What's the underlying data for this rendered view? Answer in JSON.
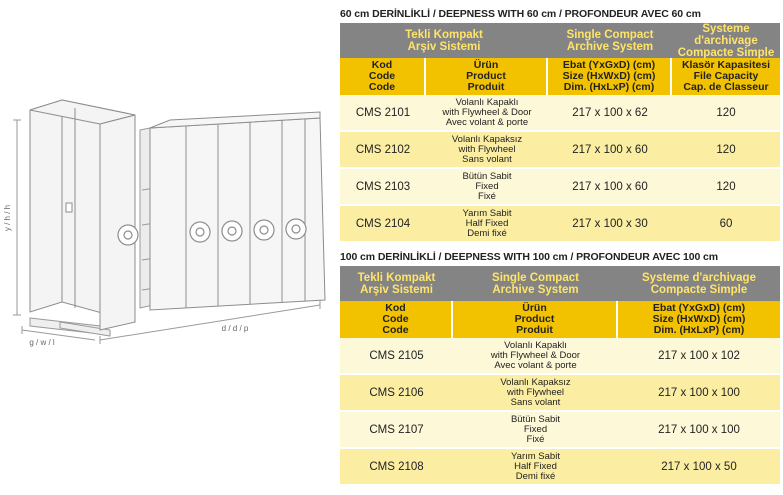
{
  "drawing": {
    "dim_height": "y / h / h",
    "dim_depth": "d / d / p",
    "dim_width": "g / w / l"
  },
  "section60": {
    "title": "60 cm DERİNLİKLİ / DEEPNESS WITH 60 cm / PROFONDEUR AVEC 60 cm",
    "band": [
      [
        "Tekli Kompakt",
        "Arşiv Sistemi"
      ],
      [
        "Single Compact",
        "Archive System"
      ],
      [
        "Systeme d'archivage",
        "Compacte Simple"
      ]
    ],
    "headers": [
      [
        "Kod",
        "Code",
        "Code"
      ],
      [
        "Ürün",
        "Product",
        "Produit"
      ],
      [
        "Ebat (YxGxD) (cm)",
        "Size (HxWxD) (cm)",
        "Dim. (HxLxP) (cm)"
      ],
      [
        "Klasör Kapasitesi",
        "File Capacity",
        "Cap. de Classeur"
      ]
    ],
    "rows": [
      {
        "code": "CMS 2101",
        "product": [
          "Volanlı Kapaklı",
          "with Flywheel & Door",
          "Avec volant & porte"
        ],
        "size": "217 x 100 x 62",
        "capacity": "120"
      },
      {
        "code": "CMS 2102",
        "product": [
          "Volanlı Kapaksız",
          "with Flywheel",
          "Sans volant"
        ],
        "size": "217 x 100 x 60",
        "capacity": "120"
      },
      {
        "code": "CMS 2103",
        "product": [
          "Bütün Sabit",
          "Fixed",
          "Fixé"
        ],
        "size": "217 x 100 x 60",
        "capacity": "120"
      },
      {
        "code": "CMS 2104",
        "product": [
          "Yarım Sabit",
          "Half Fixed",
          "Demi fixé"
        ],
        "size": "217 x 100 x 30",
        "capacity": "60"
      }
    ]
  },
  "section100": {
    "title": "100 cm DERİNLİKLİ / DEEPNESS WITH 100 cm / PROFONDEUR AVEC 100 cm",
    "band": [
      [
        "Tekli Kompakt",
        "Arşiv Sistemi"
      ],
      [
        "Single Compact",
        "Archive System"
      ],
      [
        "Systeme d'archivage",
        "Compacte Simple"
      ]
    ],
    "headers": [
      [
        "Kod",
        "Code",
        "Code"
      ],
      [
        "Ürün",
        "Product",
        "Produit"
      ],
      [
        "Ebat (YxGxD) (cm)",
        "Size (HxWxD) (cm)",
        "Dim. (HxLxP) (cm)"
      ]
    ],
    "rows": [
      {
        "code": "CMS 2105",
        "product": [
          "Volanlı Kapaklı",
          "with Flywheel & Door",
          "Avec volant & porte"
        ],
        "size": "217 x 100 x 102"
      },
      {
        "code": "CMS 2106",
        "product": [
          "Volanlı Kapaksız",
          "with Flywheel",
          "Sans volant"
        ],
        "size": "217 x 100 x 100"
      },
      {
        "code": "CMS 2107",
        "product": [
          "Bütün Sabit",
          "Fixed",
          "Fixé"
        ],
        "size": "217 x 100 x 100"
      },
      {
        "code": "CMS 2108",
        "product": [
          "Yarım Sabit",
          "Half Fixed",
          "Demi fixé"
        ],
        "size": "217 x 100 x 50"
      }
    ]
  }
}
